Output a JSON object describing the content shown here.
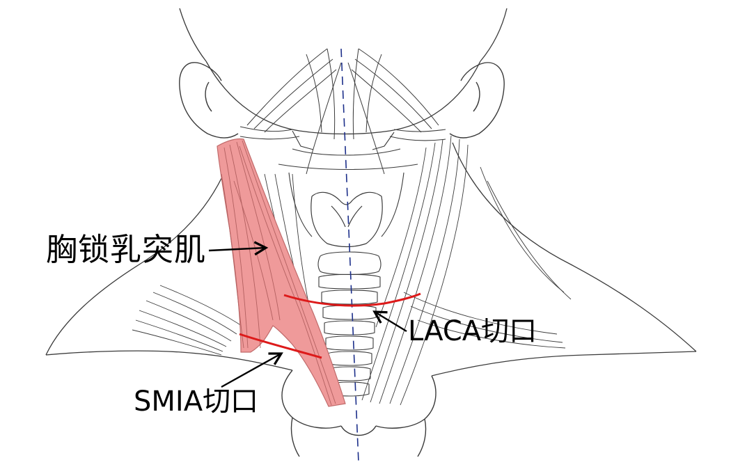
{
  "labels": {
    "scm": "胸锁乳突肌",
    "laca": "LACA切口",
    "smia": "SMIA切口"
  },
  "colors": {
    "line": "#3a3a3a",
    "muscle_fill": "#ef9a9a",
    "muscle_stroke": "#c06a6a",
    "incision": "#dd1a1a",
    "midline": "#1c2f8a",
    "arrow": "#000000"
  }
}
